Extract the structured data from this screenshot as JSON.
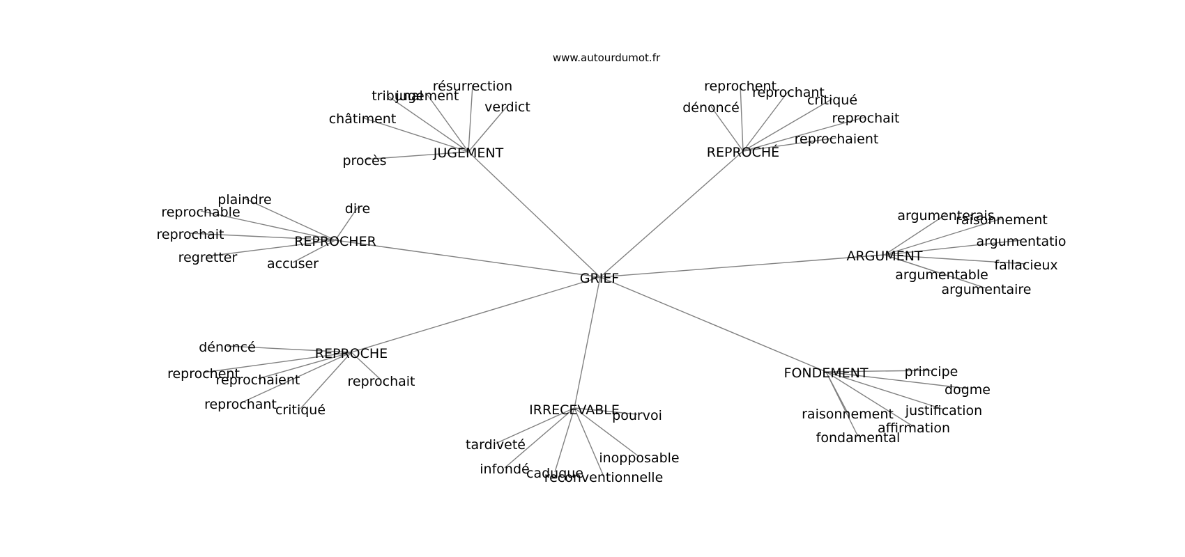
{
  "site": "www.autourdumot.fr",
  "center": "GRIEF",
  "clusters": [
    {
      "word": "JUGEMENT",
      "related": [
        "résurrection",
        "tribunal",
        "jugement",
        "verdict",
        "châtiment",
        "procès"
      ]
    },
    {
      "word": "REPROCHÉ",
      "related": [
        "reprochent",
        "reprochant",
        "critiqué",
        "dénoncé",
        "reprochait",
        "reprochaient"
      ]
    },
    {
      "word": "REPROCHER",
      "related": [
        "plaindre",
        "dire",
        "reprochable",
        "reprochait",
        "regretter",
        "accuser"
      ]
    },
    {
      "word": "ARGUMENT",
      "related": [
        "argumenterais",
        "raisonnement",
        "argumentatio",
        "fallacieux",
        "argumentable",
        "argumentaire"
      ]
    },
    {
      "word": "REPROCHE",
      "related": [
        "dénoncé",
        "reprochent",
        "reprochaient",
        "reprochait",
        "reprochant",
        "critiqué"
      ]
    },
    {
      "word": "IRRECEVABLE",
      "related": [
        "pourvoi",
        "tardiveté",
        "inopposable",
        "infondé",
        "caduque",
        "reconventionnelle"
      ]
    },
    {
      "word": "FONDEMENT",
      "related": [
        "principe",
        "dogme",
        "justification",
        "raisonnement",
        "affirmation",
        "fondamental"
      ]
    }
  ]
}
